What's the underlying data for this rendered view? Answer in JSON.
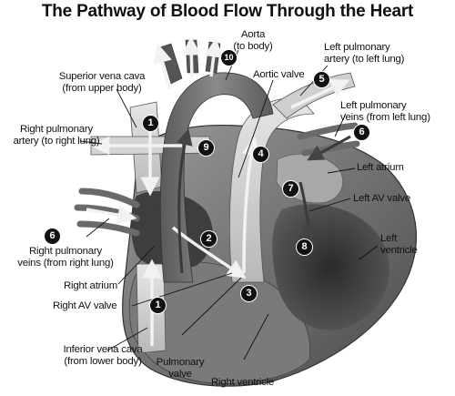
{
  "title": "The Pathway of Blood Flow Through the Heart",
  "labels": {
    "aorta": [
      "Aorta",
      "(to body)"
    ],
    "aortic_valve": [
      "Aortic valve"
    ],
    "superior_vena_cava": [
      "Superior vena cava",
      "(from  upper body)"
    ],
    "left_pulm_artery": [
      "Left pulmonary",
      "artery (to left lung)"
    ],
    "left_pulm_veins": [
      "Left pulmonary",
      "veins (from left lung)"
    ],
    "right_pulm_artery": [
      "Right pulmonary",
      "artery (to right lung)"
    ],
    "left_atrium": [
      "Left atrium"
    ],
    "left_av_valve": [
      "Left AV valve"
    ],
    "left_ventricle": [
      "Left",
      "ventricle"
    ],
    "right_pulm_veins": [
      "Right pulmonary",
      "veins (from right lung)"
    ],
    "right_atrium": [
      "Right atrium"
    ],
    "right_av_valve": [
      "Right AV valve"
    ],
    "inferior_vena_cava": [
      "Inferior vena cava",
      "(from lower body)"
    ],
    "pulmonary_valve": [
      "Pulmonary",
      "valve"
    ],
    "right_ventricle": [
      "Right ventricle"
    ]
  },
  "markers": [
    "1",
    "1",
    "2",
    "3",
    "4",
    "5",
    "6",
    "6",
    "7",
    "8",
    "9",
    "10"
  ],
  "colors": {
    "text": "#111111",
    "heart_dark": "#3a3a3a",
    "heart_mid": "#8c8c8c",
    "heart_light": "#c8c8c8",
    "marker": "#111111"
  }
}
